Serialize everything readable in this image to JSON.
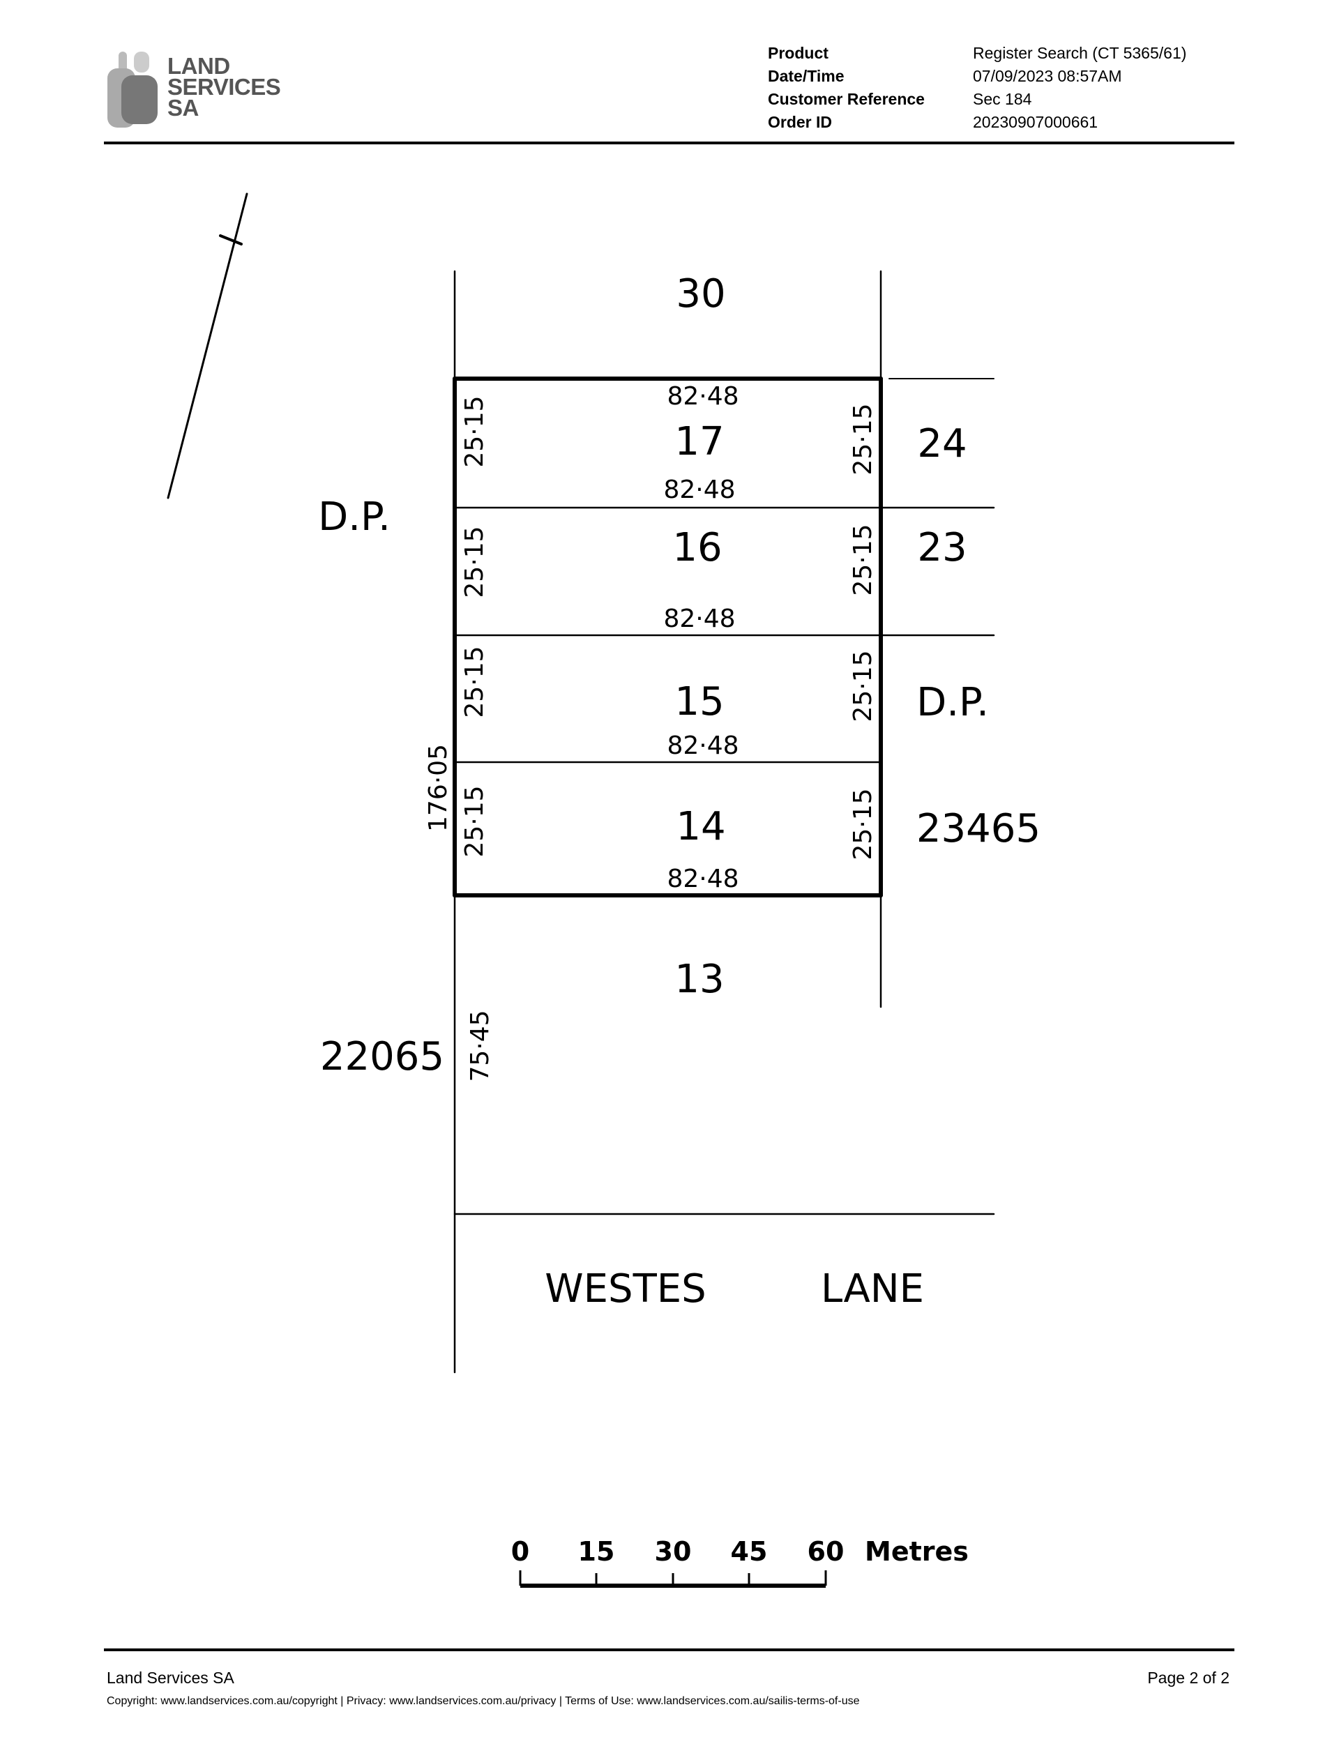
{
  "header": {
    "logo_text": [
      "LAND",
      "SERVICES",
      "SA"
    ],
    "labels": [
      "Product",
      "Date/Time",
      "Customer Reference",
      "Order ID"
    ],
    "values": [
      "Register Search (CT 5365/61)",
      "07/09/2023 08:57AM",
      "Sec 184",
      "20230907000661"
    ]
  },
  "plan": {
    "top_lot": "30",
    "lots": [
      "17",
      "16",
      "15",
      "14",
      "13"
    ],
    "frontage": "82·48",
    "depth": "25·15",
    "total_left": "176·05",
    "lot13_left": "75·45",
    "right_lots": [
      "24",
      "23"
    ],
    "right_dp": "D.P.",
    "right_dp_no": "23465",
    "left_dp": "D.P.",
    "left_dp_no": "22065",
    "road": [
      "WESTES",
      "LANE"
    ]
  },
  "scale": {
    "ticks": [
      "0",
      "15",
      "30",
      "45",
      "60"
    ],
    "unit": "Metres"
  },
  "footer": {
    "org": "Land Services SA",
    "page": "Page 2 of 2",
    "legal": "Copyright: www.landservices.com.au/copyright | Privacy: www.landservices.com.au/privacy | Terms of Use: www.landservices.com.au/sailis-terms-of-use"
  }
}
